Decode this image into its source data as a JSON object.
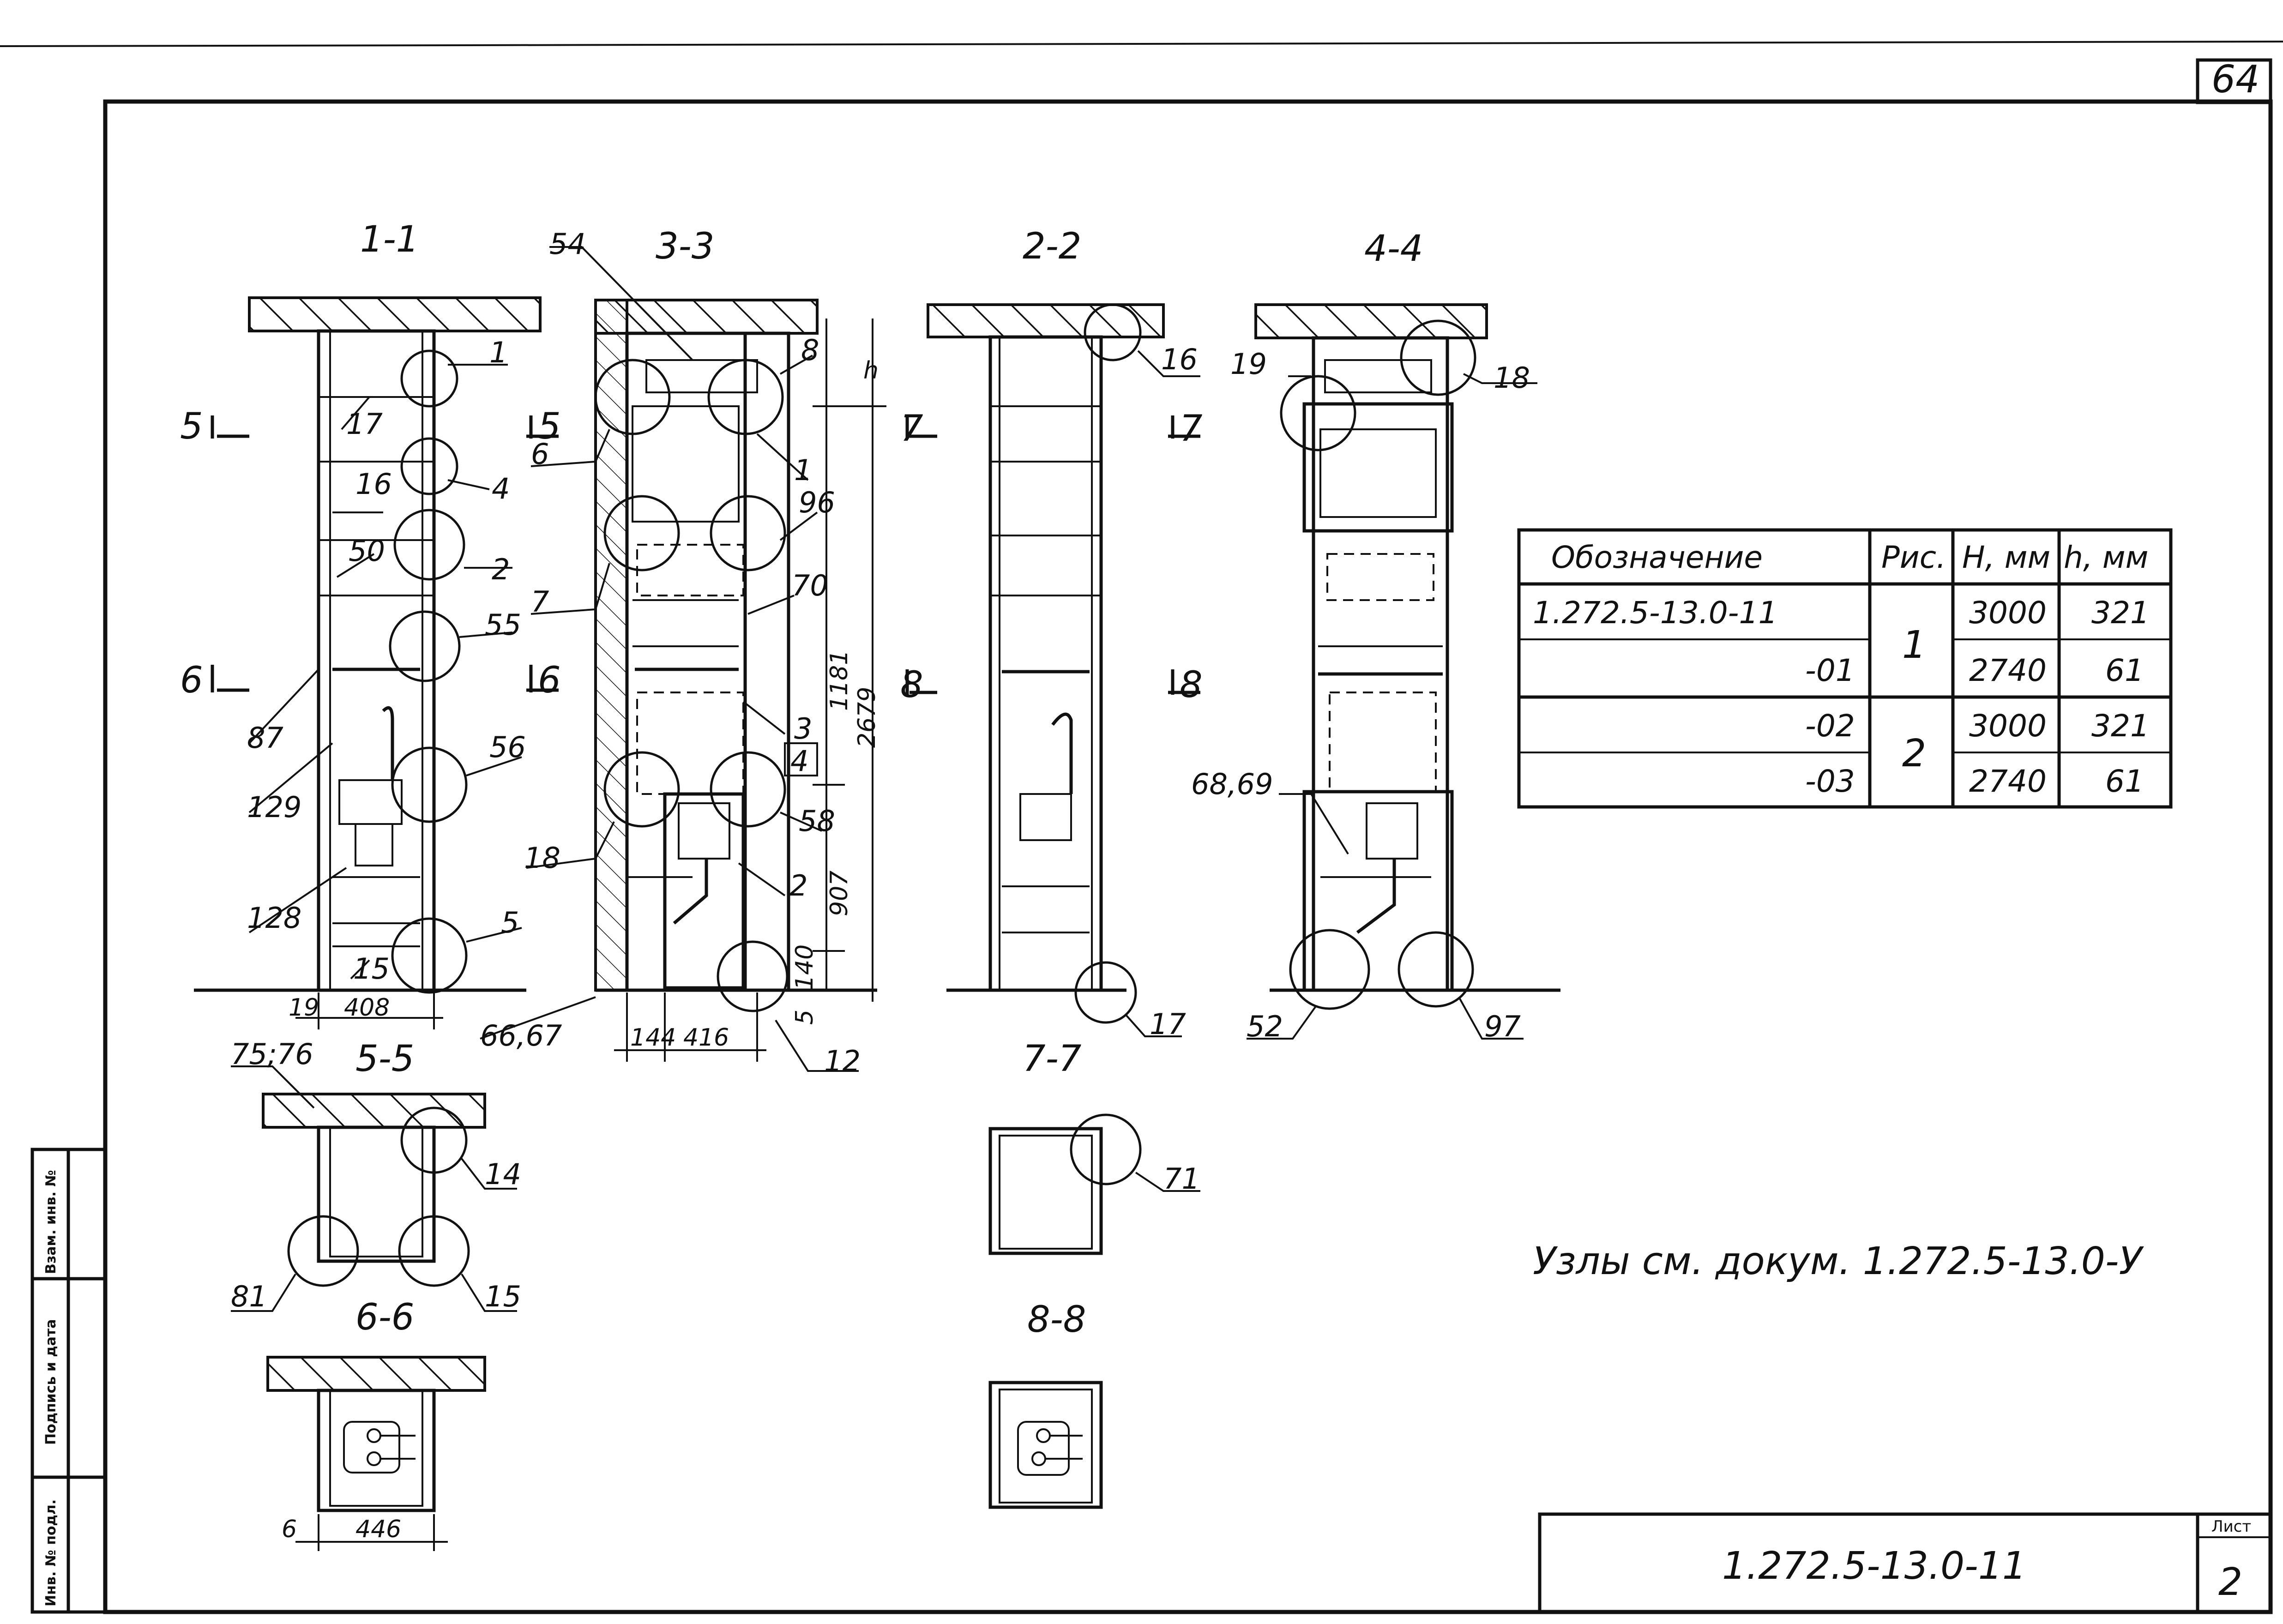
{
  "sheet": {
    "page_number": "64",
    "code": "1.272.5-13.0-11",
    "sheet_label": "Лист",
    "sheet_number": "2",
    "note": "Узлы  см.  докум. 1.272.5-13.0-У"
  },
  "stamp": {
    "inv_original": "Инв. № подл.",
    "signature_date": "Подпись и дата",
    "inv_replace": "Взам. инв. №"
  },
  "sections": {
    "s11": "1-1",
    "s33": "3-3",
    "s22": "2-2",
    "s44": "4-4",
    "s55": "5-5",
    "s66": "6-6",
    "s77": "7-7",
    "s88": "8-8"
  },
  "cut_marks": {
    "c5": "5",
    "c6": "6",
    "c7": "7",
    "c8": "8"
  },
  "callouts": {
    "v11": [
      "1",
      "17",
      "4",
      "16",
      "2",
      "50",
      "55",
      "87",
      "56",
      "129",
      "128",
      "5",
      "15"
    ],
    "v33": [
      "54",
      "8",
      "6",
      "1",
      "7",
      "96",
      "70",
      "3",
      "4",
      "58",
      "18",
      "2",
      "12",
      "66,67"
    ],
    "v22": [
      "16",
      "17"
    ],
    "v44": [
      "19",
      "18",
      "68,69",
      "52",
      "97"
    ],
    "v55": [
      "75;76",
      "14",
      "81",
      "15"
    ],
    "v77": [
      "71"
    ]
  },
  "dimensions": {
    "d19": "19",
    "d408": "408",
    "d144": "144",
    "d416": "416",
    "d1181": "1181",
    "d2679": "2679",
    "d907": "907",
    "d140": "140",
    "d5": "5",
    "dh": "h",
    "d6": "6",
    "d446": "446"
  },
  "table": {
    "headers": [
      "Обозначение",
      "Рис.",
      "H, мм",
      "h, мм"
    ],
    "rows": [
      {
        "designation": "1.272.5-13.0-11",
        "fig": "1",
        "H": "3000",
        "h": "321"
      },
      {
        "designation": "-01",
        "fig": "",
        "H": "2740",
        "h": "61"
      },
      {
        "designation": "-02",
        "fig": "2",
        "H": "3000",
        "h": "321"
      },
      {
        "designation": "-03",
        "fig": "",
        "H": "2740",
        "h": "61"
      }
    ]
  }
}
